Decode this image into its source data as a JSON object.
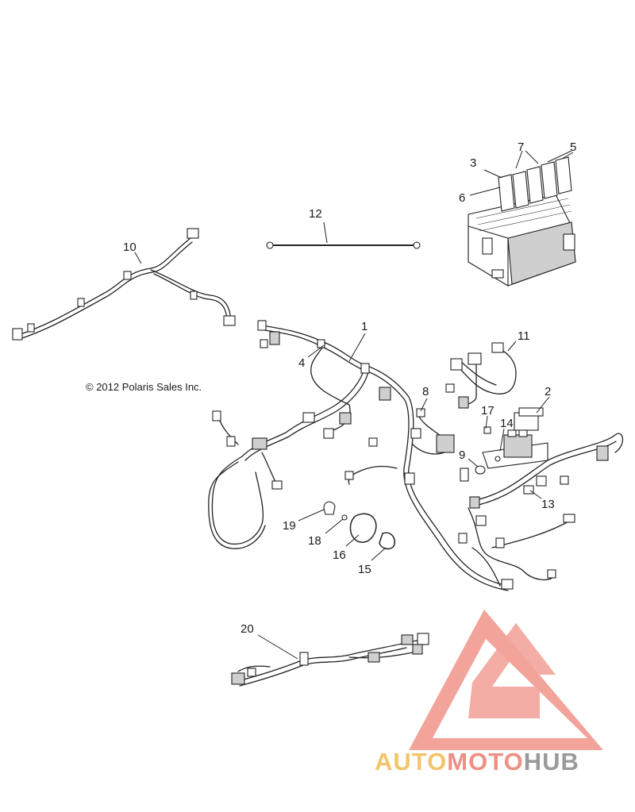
{
  "copyright": "© 2012 Polaris Sales Inc.",
  "callouts": [
    "1",
    "2",
    "3",
    "4",
    "5",
    "6",
    "7",
    "8",
    "9",
    "10",
    "11",
    "12",
    "13",
    "14",
    "15",
    "16",
    "17",
    "18",
    "19",
    "20"
  ],
  "watermark": {
    "part1": "AUTO",
    "part2": "MOTO",
    "part3": "HUB",
    "color_auto": "#f2c56b",
    "color_moto": "#ee8f84",
    "color_hub": "#9a9a9a",
    "logo_color": "#f0958a"
  }
}
